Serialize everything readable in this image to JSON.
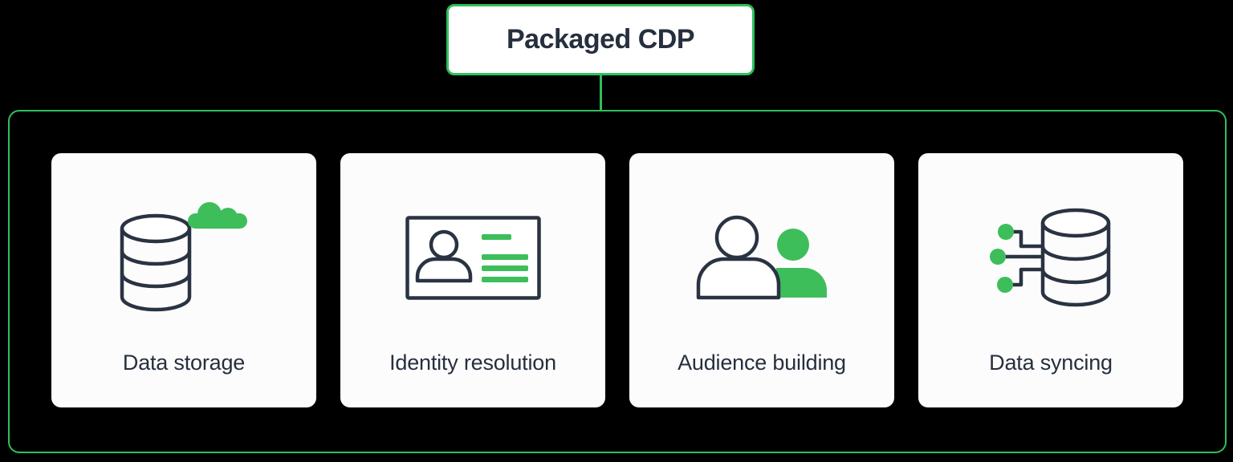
{
  "diagram": {
    "title": "Packaged CDP",
    "cards": [
      {
        "label": "Data storage",
        "icon": "database-cloud-icon"
      },
      {
        "label": "Identity resolution",
        "icon": "id-card-icon"
      },
      {
        "label": "Audience building",
        "icon": "people-icon"
      },
      {
        "label": "Data syncing",
        "icon": "database-sync-icon"
      }
    ]
  },
  "colors": {
    "background": "#000000",
    "accent_green": "#2fbf5b",
    "icon_green": "#3dbe5b",
    "icon_stroke": "#2a3342",
    "card_background": "#fcfcfc",
    "text_dark": "#262f3d"
  }
}
